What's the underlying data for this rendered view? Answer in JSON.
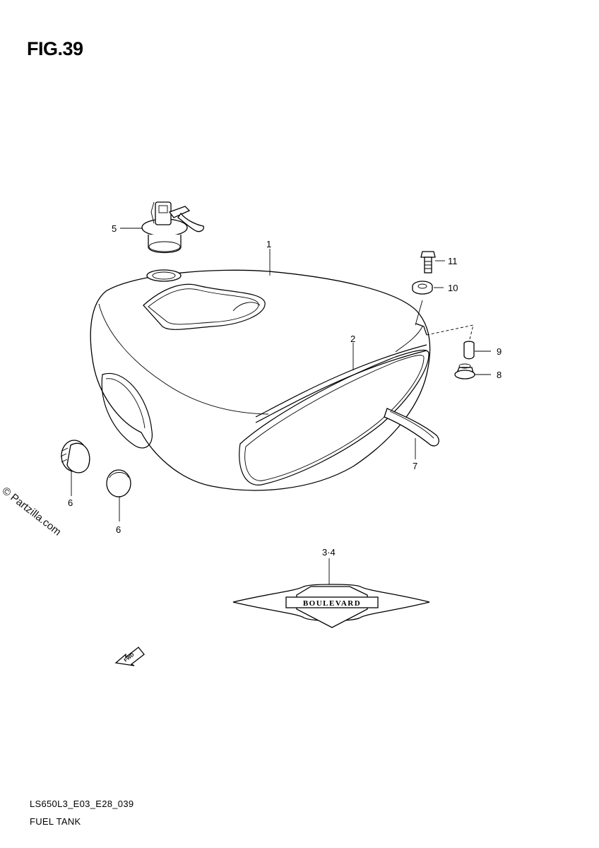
{
  "figure": {
    "title": "FIG.39"
  },
  "callouts": {
    "p1": "1",
    "p2": "2",
    "p34": "3·4",
    "p5": "5",
    "p6a": "6",
    "p6b": "6",
    "p7": "7",
    "p8": "8",
    "p9": "9",
    "p10": "10",
    "p11": "11"
  },
  "emblem": {
    "text": "BOULEVARD"
  },
  "arrow": {
    "text": "FWD",
    "icon": "fwd-arrow-icon"
  },
  "watermark": "© Partzilla.com",
  "footer": {
    "code": "LS650L3_E03_E28_039",
    "name": "FUEL TANK"
  }
}
